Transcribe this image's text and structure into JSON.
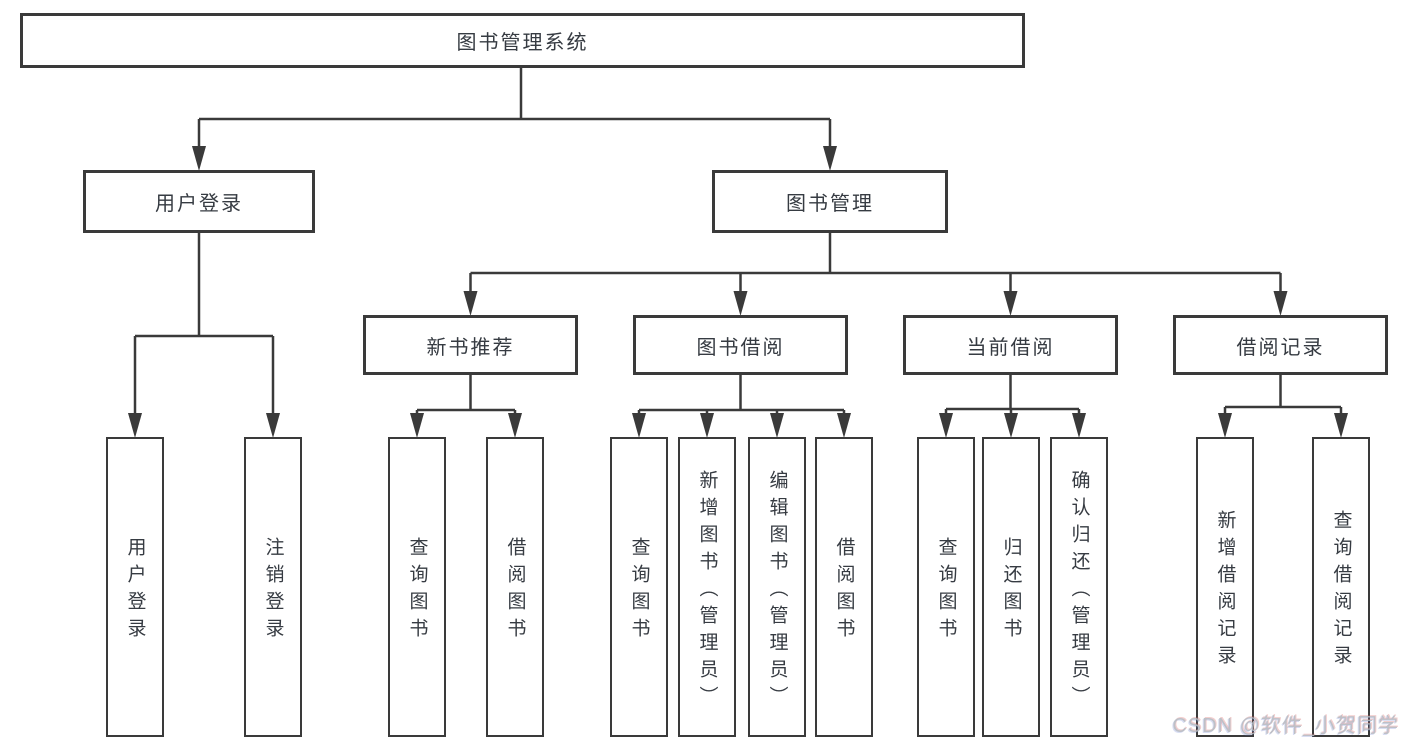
{
  "diagram": {
    "root": {
      "label": "图书管理系统"
    },
    "level2": [
      {
        "label": "用户登录"
      },
      {
        "label": "图书管理"
      }
    ],
    "level3": [
      {
        "label": "新书推荐"
      },
      {
        "label": "图书借阅"
      },
      {
        "label": "当前借阅"
      },
      {
        "label": "借阅记录"
      }
    ],
    "leaves": {
      "user_login": [
        "用户登录",
        "注销登录"
      ],
      "new_book": [
        "查询图书",
        "借阅图书"
      ],
      "book_borrow": [
        "查询图书",
        "新增图书（管理员）",
        "编辑图书（管理员）",
        "借阅图书"
      ],
      "current_borrow": [
        "查询图书",
        "归还图书",
        "确认归还（管理员）"
      ],
      "borrow_record": [
        "新增借阅记录",
        "查询借阅记录"
      ]
    }
  },
  "watermark": {
    "text": "CSDN @软件_小贺同学"
  },
  "colors": {
    "line": "#3a3a3a",
    "text": "#363b42",
    "background": "#ffffff",
    "watermark": "#b6bac1"
  }
}
